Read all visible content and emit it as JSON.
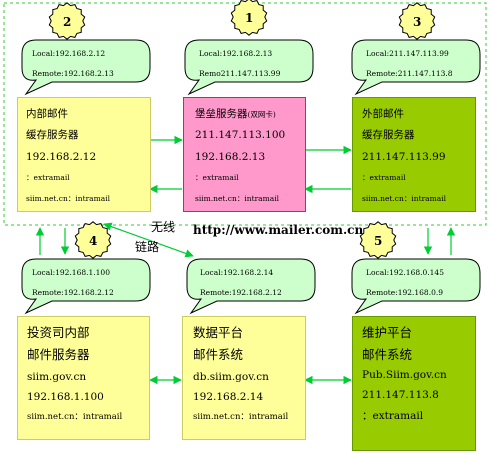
{
  "header": {
    "wireless_label_1": "无线",
    "wireless_label_2": "链路",
    "url": "http://www.mailer.com.cn"
  },
  "nodes": [
    {
      "id": "1",
      "badge": "1",
      "bubble_lines": [
        "Local:192.168.2.13",
        "Remo211.147.113.99"
      ],
      "box_lines": [
        "堡垒服务器",
        "(双网卡)",
        "211.147.113.100",
        "192.168.2.13",
        "：extramail",
        "siim.net.cn：intramail"
      ],
      "box_color": "#ff99cc",
      "border_color": "#993399"
    },
    {
      "id": "2",
      "badge": "2",
      "bubble_lines": [
        "Local:192.168.2.12",
        "Remote:192.168.2.13"
      ],
      "box_lines": [
        "内部邮件",
        "缓存服务器",
        "192.168.2.12",
        "：extramail",
        "siim.net.cn：intramail"
      ],
      "box_color": "#ffff99",
      "border_color": "#cccc66"
    },
    {
      "id": "3",
      "badge": "3",
      "bubble_lines": [
        "Local:211.147.113.99",
        "Remote:211.147.113.8"
      ],
      "box_lines": [
        "外部邮件",
        "缓存服务器",
        "211.147.113.99",
        "：extramail",
        "siim.net.cn：intramail"
      ],
      "box_color": "#99cc00",
      "border_color": "#669900"
    },
    {
      "id": "4",
      "badge": "4",
      "bubble_lines": [
        "Local:192.168.1.100",
        "Remote:192.168.2.12"
      ],
      "box_lines": [
        "投资司内部",
        "邮件服务器",
        "siim.gov.cn",
        "192.168.1.100",
        "siim.net.cn：intramail"
      ],
      "box_color": "#ffff99",
      "border_color": "#cccc66"
    },
    {
      "id": "6",
      "badge": "",
      "bubble_lines": [
        "Local:192.168.2.14",
        "Remote:192.168.2.12"
      ],
      "box_lines": [
        "数据平台",
        "邮件系统",
        "db.siim.gov.cn",
        "192.168.2.14",
        "siim.net.cn：intramail"
      ],
      "box_color": "#ffff99",
      "border_color": "#cccc66"
    },
    {
      "id": "5",
      "badge": "5",
      "bubble_lines": [
        "Local:192.168.0.145",
        "Remote:192.168.0.9"
      ],
      "box_lines": [
        "维护平台",
        "邮件系统",
        "Pub.Siim.gov.cn",
        "211.147.113.8",
        "：extramail"
      ],
      "box_color": "#99cc00",
      "border_color": "#669900"
    }
  ],
  "colors": {
    "arrow": "#00cc33",
    "dashed_border": "#33cc33",
    "badge_fill": "#ffff99",
    "bubble_fill": "#ccffcc"
  }
}
